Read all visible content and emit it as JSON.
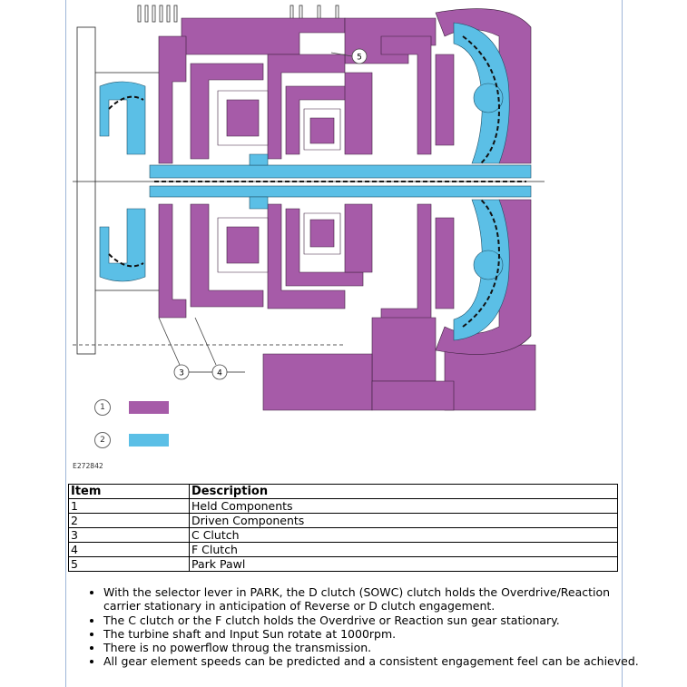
{
  "figure": {
    "id": "E272842",
    "callouts": [
      "1",
      "2",
      "3",
      "4",
      "5"
    ],
    "legend": [
      {
        "number": "1",
        "color": "#a65ba8"
      },
      {
        "number": "2",
        "color": "#5bbfe6"
      }
    ],
    "colors": {
      "held": "#a65ba8",
      "driven": "#5bbfe6",
      "line": "#222222"
    }
  },
  "table": {
    "headers": [
      "Item",
      "Description"
    ],
    "rows": [
      {
        "item": "1",
        "description": "Held Components"
      },
      {
        "item": "2",
        "description": "Driven Components"
      },
      {
        "item": "3",
        "description": "C Clutch"
      },
      {
        "item": "4",
        "description": "F Clutch"
      },
      {
        "item": "5",
        "description": "Park Pawl"
      }
    ]
  },
  "notes": [
    "With the selector lever in PARK, the D clutch (SOWC) clutch holds the Overdrive/Reaction carrier stationary in anticipation of Reverse or D clutch engagement.",
    "The C clutch or the F clutch holds the Overdrive or Reaction sun gear stationary.",
    "The turbine shaft and Input Sun rotate at 1000rpm.",
    "There is no powerflow throug the transmission.",
    "All gear element speeds can be predicted and a consistent engagement feel can be achieved."
  ]
}
